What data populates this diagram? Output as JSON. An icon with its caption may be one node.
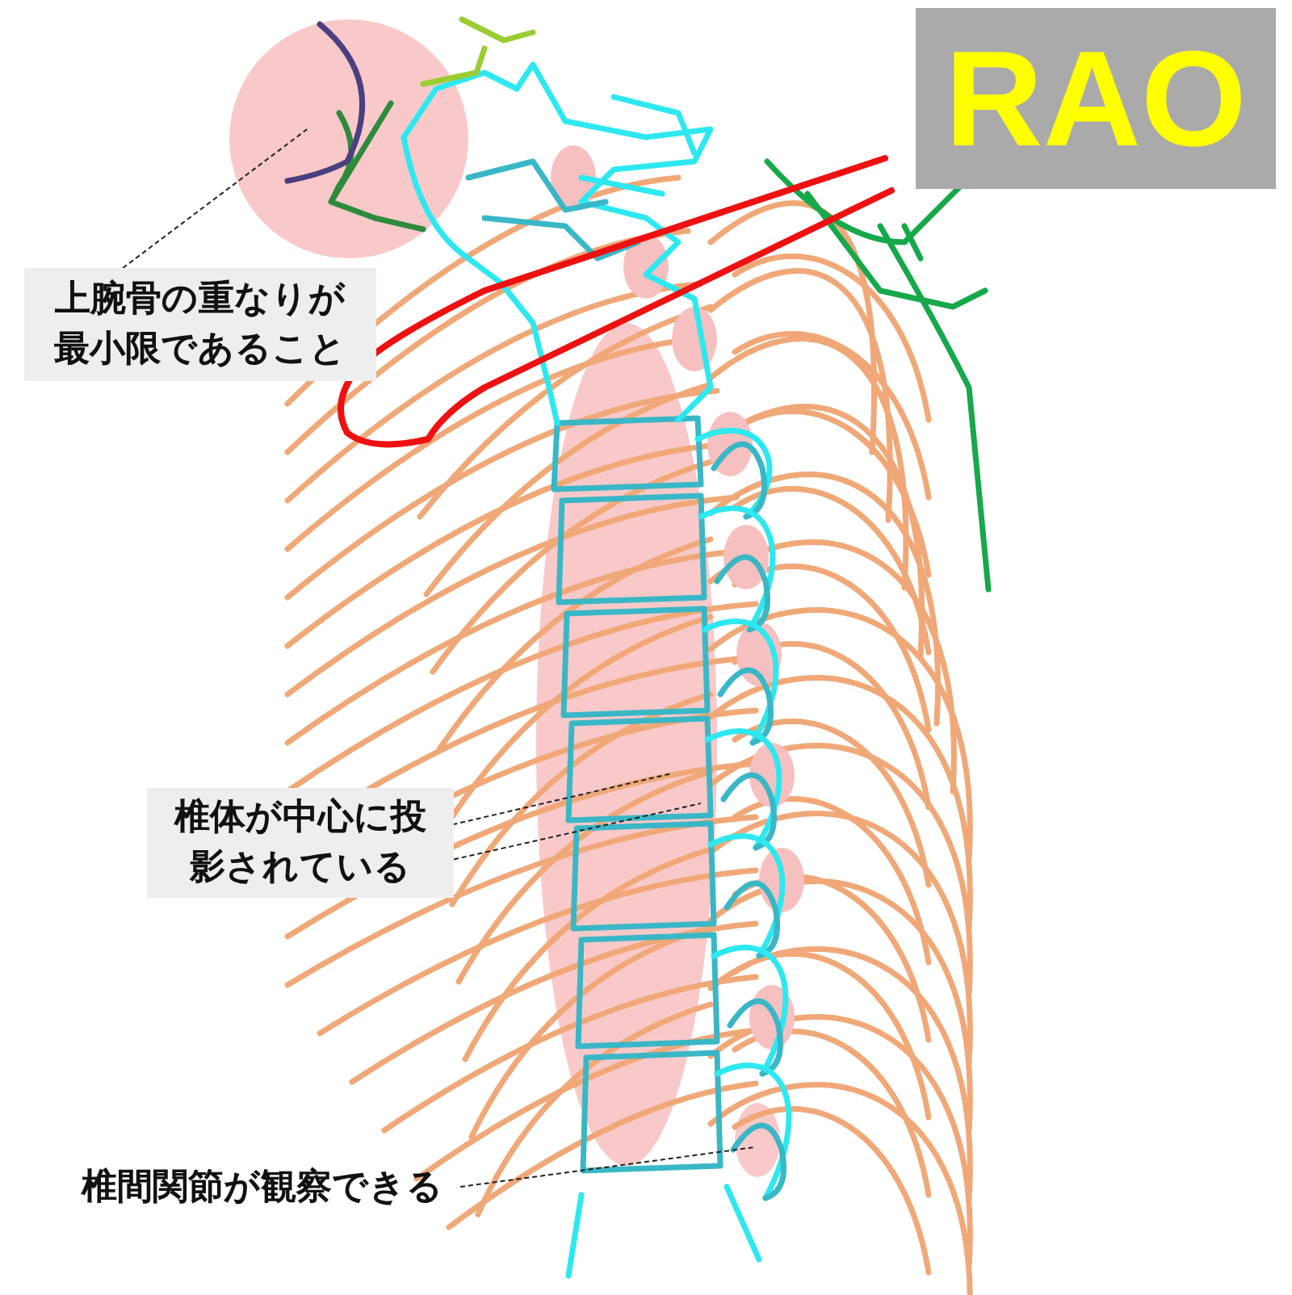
{
  "diagram": {
    "nodes": [
      {
        "text": [
          "RAO"
        ]
      },
      {
        "text": [],
        "shape": "circle"
      },
      {
        "text": [
          "上腕骨の重なりが最小限であること"
        ]
      },
      {
        "text": [],
        "shape": "ellipse"
      },
      {
        "text": [
          "椎体が中心に投影されている"
        ]
      },
      {
        "text": [],
        "shape": "ellipse"
      },
      {
        "text": [
          "椎間関節が観察できる"
        ]
      }
    ],
    "edges": [
      {
        "from": 2,
        "to": 1,
        "arrow": "none"
      },
      {
        "from": 4,
        "to": 3,
        "arrow": "none"
      },
      {
        "from": 4,
        "to": 3,
        "arrow": "none"
      },
      {
        "from": 6,
        "to": 5,
        "arrow": "none"
      }
    ]
  }
}
